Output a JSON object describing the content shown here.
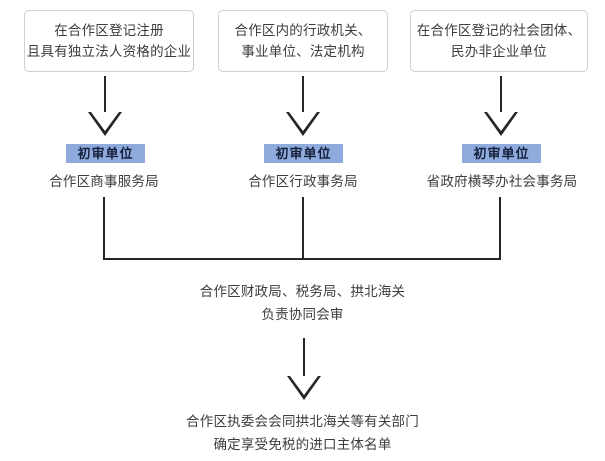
{
  "diagram": {
    "title_absent": true,
    "sources": [
      {
        "name": "enterprise",
        "lines": [
          "在合作区登记注册",
          "且具有独立法人资格的企业"
        ]
      },
      {
        "name": "public-institution",
        "lines": [
          "合作区内的行政机关、",
          "事业单位、法定机构"
        ]
      },
      {
        "name": "social-organization",
        "lines": [
          "在合作区登记的社会团体、",
          "民办非企业单位"
        ]
      }
    ],
    "reviewers": [
      {
        "badge": "初审单位",
        "unit": "合作区商事服务局"
      },
      {
        "badge": "初审单位",
        "unit": "合作区行政事务局"
      },
      {
        "badge": "初审单位",
        "unit": "省政府横琴办社会事务局"
      }
    ],
    "joint_review": {
      "lines": [
        "合作区财政局、税务局、拱北海关",
        "负责协同会审"
      ]
    },
    "final_decision": {
      "lines": [
        "合作区执委会会同拱北海关等有关部门",
        "确定享受免税的进口主体名单"
      ]
    },
    "colors": {
      "badge_background": "#8faadc",
      "badge_text": "#16213c",
      "box_border": "#d0d0d0",
      "connector": "#262626",
      "body_text": "#3d3d3d",
      "page_background": "#ffffff"
    },
    "icons": {
      "arrow": "arrow-down-hollow-triangle"
    }
  }
}
